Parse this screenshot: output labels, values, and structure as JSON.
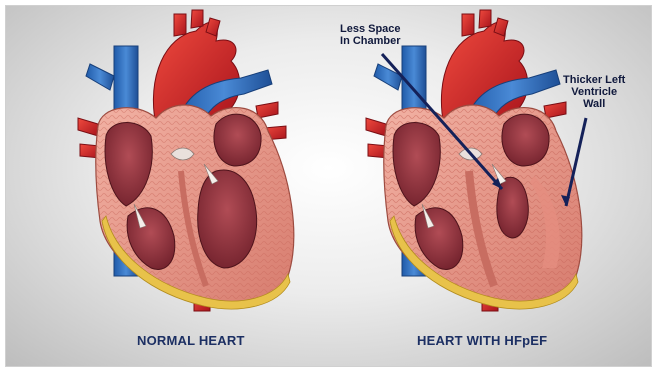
{
  "left_caption": "NORMAL HEART",
  "right_caption": "HEART WITH HFpEF",
  "annotations": {
    "chamber": {
      "line1": "Less Space",
      "line2": "In Chamber"
    },
    "wall": {
      "line1": "Thicker Left",
      "line2": "Ventricle",
      "line3": "Wall"
    }
  },
  "colors": {
    "aorta": "#d8242b",
    "vena": "#2f6fc0",
    "muscle": "#e89a8c",
    "chamber": "#8d2f3a",
    "fat": "#e8c24a",
    "arrow": "#142159"
  }
}
